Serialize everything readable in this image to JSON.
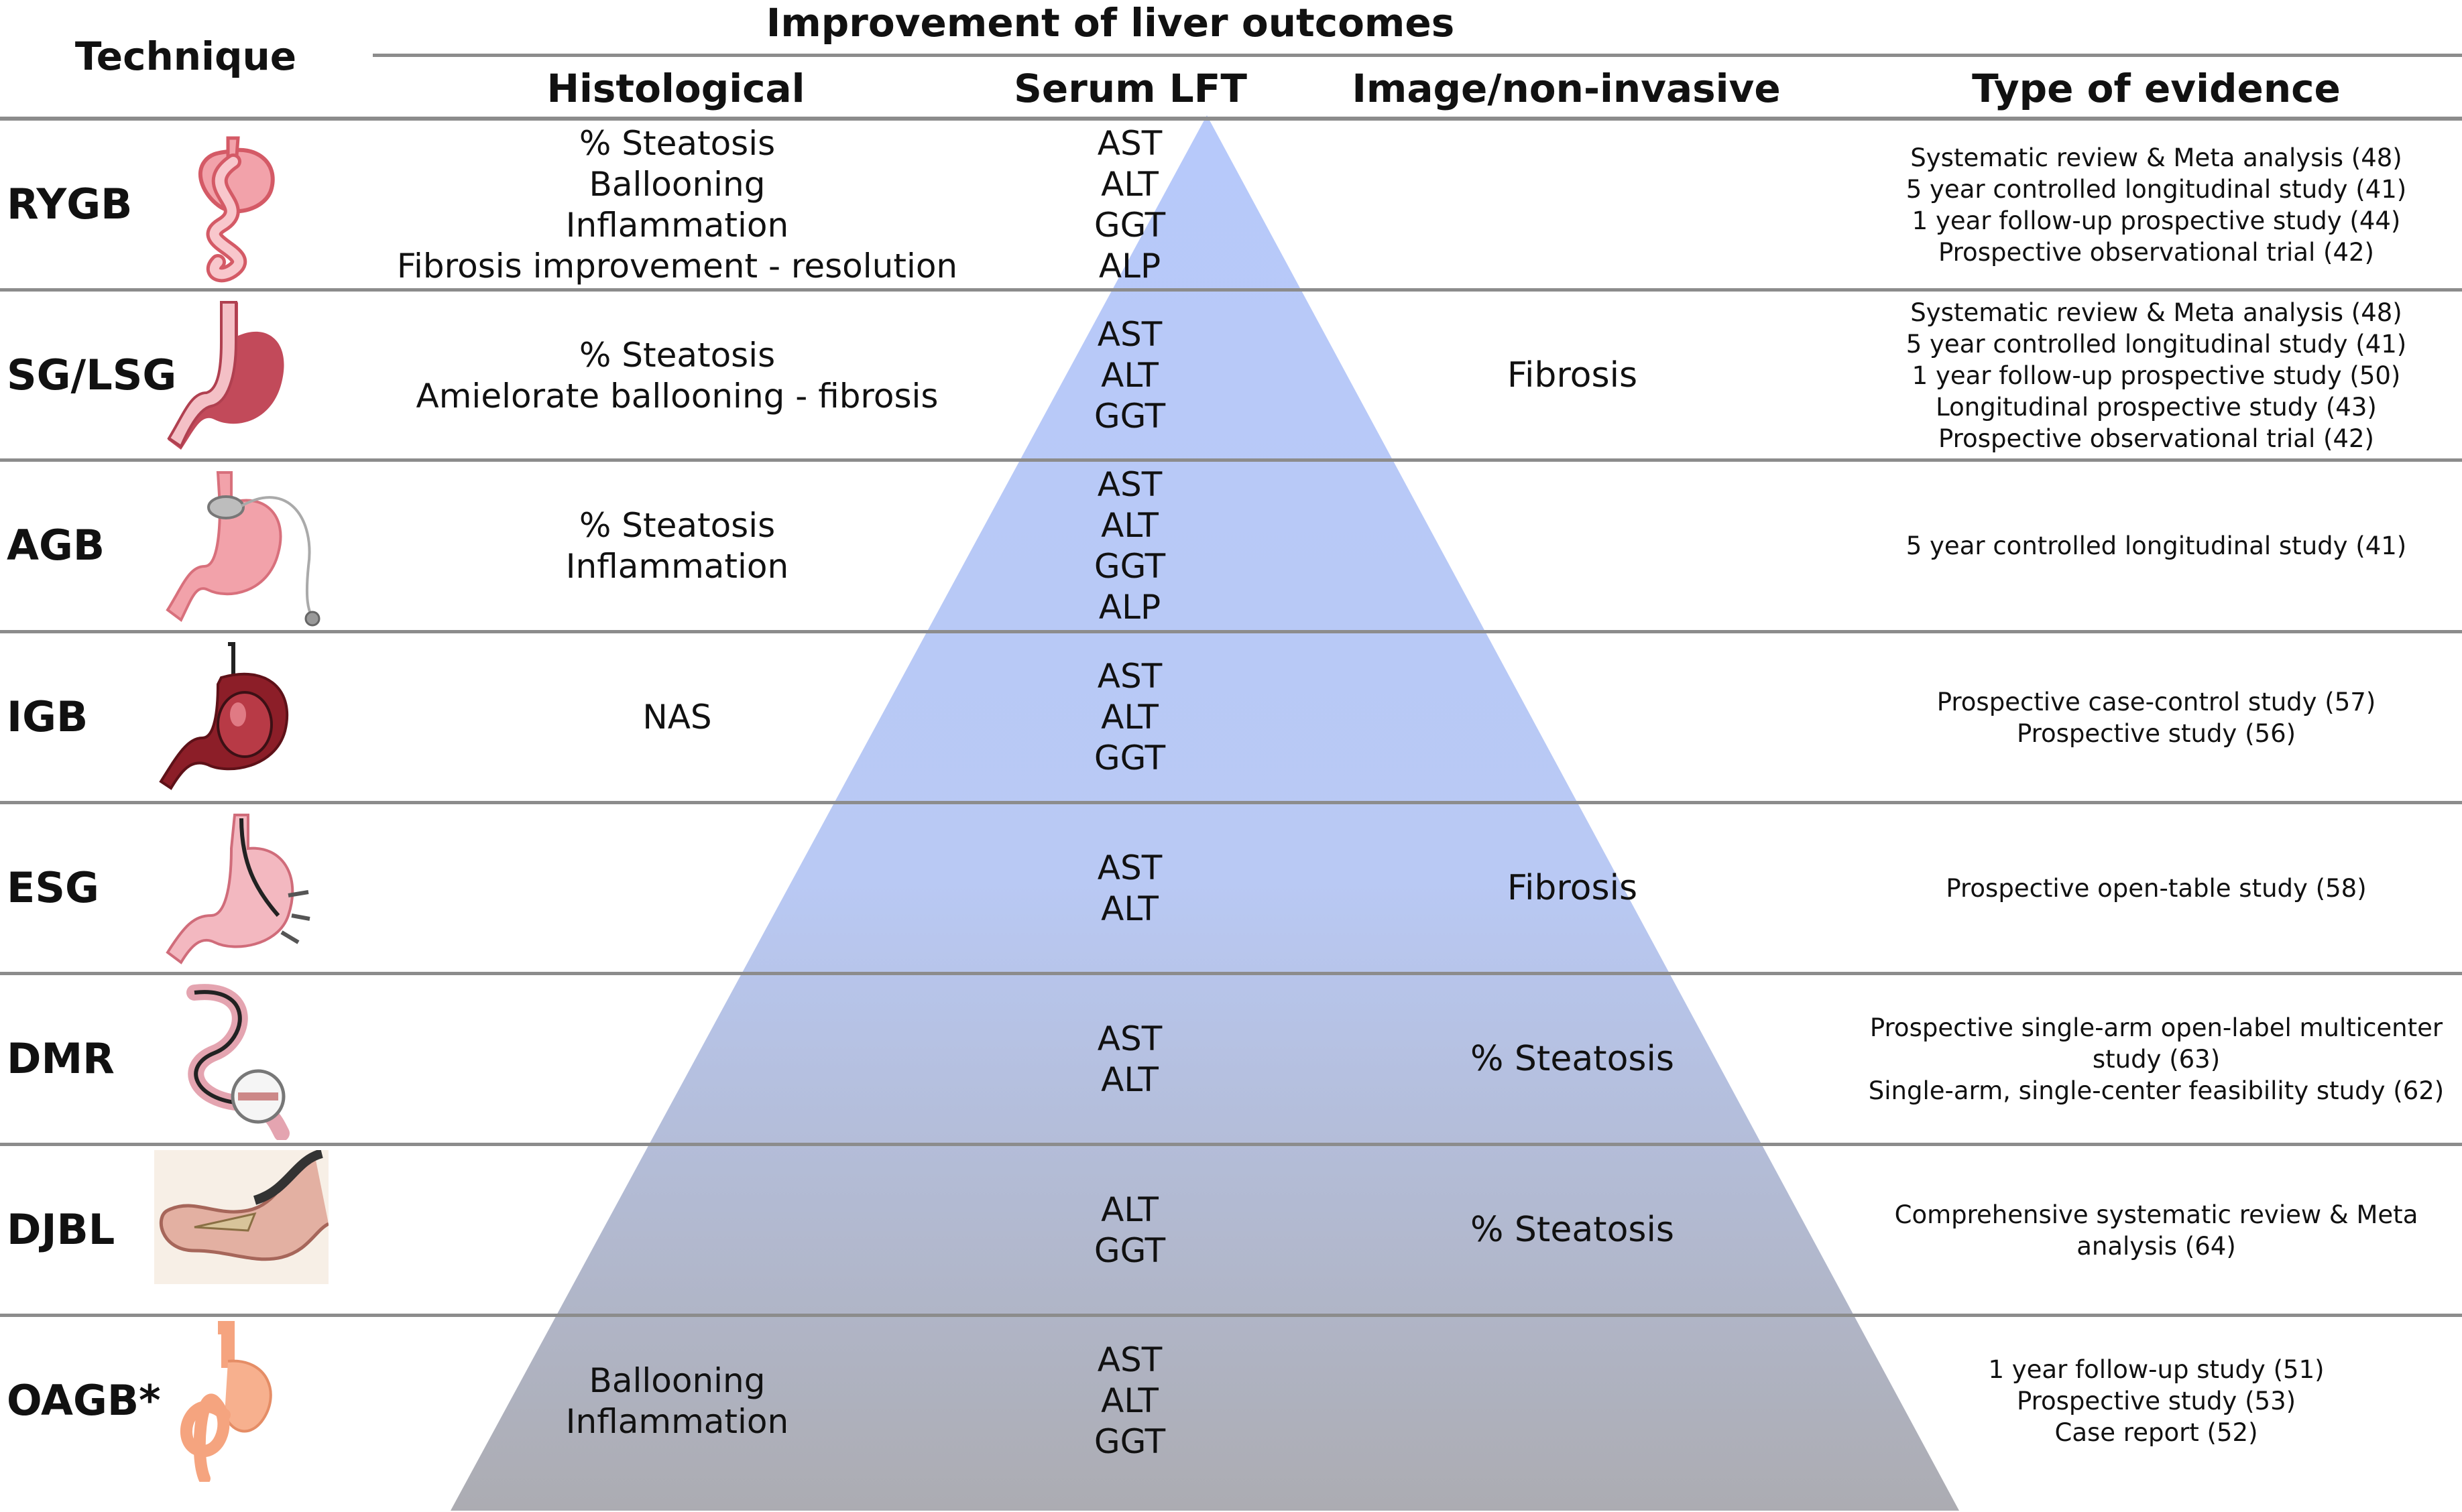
{
  "header": {
    "technique": "Technique",
    "outcomes_title": "Improvement of liver outcomes",
    "columns": {
      "histological": "Histological",
      "serum": "Serum LFT",
      "imaging": "Image/non-invasive",
      "evidence": "Type of evidence"
    }
  },
  "colors": {
    "pyramid_top": "#b7c9fa",
    "pyramid_bottom": "#acacb2",
    "rule": "#8c8c8c",
    "stomach_pink": "#f2a2aa",
    "stomach_red": "#d45a66"
  },
  "rows": [
    {
      "technique": "RYGB",
      "icon": "rygb-stomach-icon",
      "histological": [
        "% Steatosis",
        "Ballooning",
        "Inflammation",
        "Fibrosis improvement - resolution"
      ],
      "serum": [
        "AST",
        "ALT",
        "GGT",
        "ALP"
      ],
      "imaging": [],
      "evidence": [
        "Systematic review & Meta analysis (48)",
        "5 year controlled longitudinal study (41)",
        "1 year follow-up prospective study (44)",
        "Prospective observational trial (42)"
      ]
    },
    {
      "technique": "SG/LSG",
      "icon": "sleeve-gastrectomy-icon",
      "histological": [
        "% Steatosis",
        "Amielorate ballooning - fibrosis"
      ],
      "serum": [
        "AST",
        "ALT",
        "GGT"
      ],
      "imaging": [
        "Fibrosis"
      ],
      "evidence": [
        "Systematic review & Meta analysis (48)",
        "5 year controlled longitudinal study (41)",
        "1 year follow-up prospective study (50)",
        "Longitudinal prospective study (43)",
        "Prospective observational trial (42)"
      ]
    },
    {
      "technique": "AGB",
      "icon": "gastric-band-icon",
      "histological": [
        "% Steatosis",
        "Inflammation"
      ],
      "serum": [
        "AST",
        "ALT",
        "GGT",
        "ALP"
      ],
      "imaging": [],
      "evidence": [
        "5 year controlled longitudinal study (41)"
      ]
    },
    {
      "technique": "IGB",
      "icon": "intragastric-balloon-icon",
      "histological": [
        "NAS"
      ],
      "serum": [
        "AST",
        "ALT",
        "GGT"
      ],
      "imaging": [],
      "evidence": [
        "Prospective case-control study (57)",
        "Prospective study (56)"
      ]
    },
    {
      "technique": "ESG",
      "icon": "endoscopic-sleeve-icon",
      "histological": [],
      "serum": [
        "AST",
        "ALT"
      ],
      "imaging": [
        "Fibrosis"
      ],
      "evidence": [
        "Prospective open-table study (58)"
      ]
    },
    {
      "technique": "DMR",
      "icon": "duodenal-resurfacing-icon",
      "histological": [],
      "serum": [
        "AST",
        "ALT"
      ],
      "imaging": [
        "% Steatosis"
      ],
      "evidence": [
        "Prospective single-arm  open-label multicenter study (63)",
        "Single-arm, single-center feasibility study (62)"
      ]
    },
    {
      "technique": "DJBL",
      "icon": "duodenal-liner-icon",
      "histological": [],
      "serum": [
        "ALT",
        "GGT"
      ],
      "imaging": [
        "% Steatosis"
      ],
      "evidence": [
        "Comprehensive systematic review & Meta analysis (64)"
      ]
    },
    {
      "technique": "OAGB*",
      "icon": "one-anastomosis-bypass-icon",
      "histological": [
        "Ballooning",
        "Inflammation"
      ],
      "serum": [
        "AST",
        "ALT",
        "GGT"
      ],
      "imaging": [],
      "evidence": [
        "1 year follow-up study (51)",
        "Prospective study (53)",
        "Case report (52)"
      ]
    }
  ]
}
